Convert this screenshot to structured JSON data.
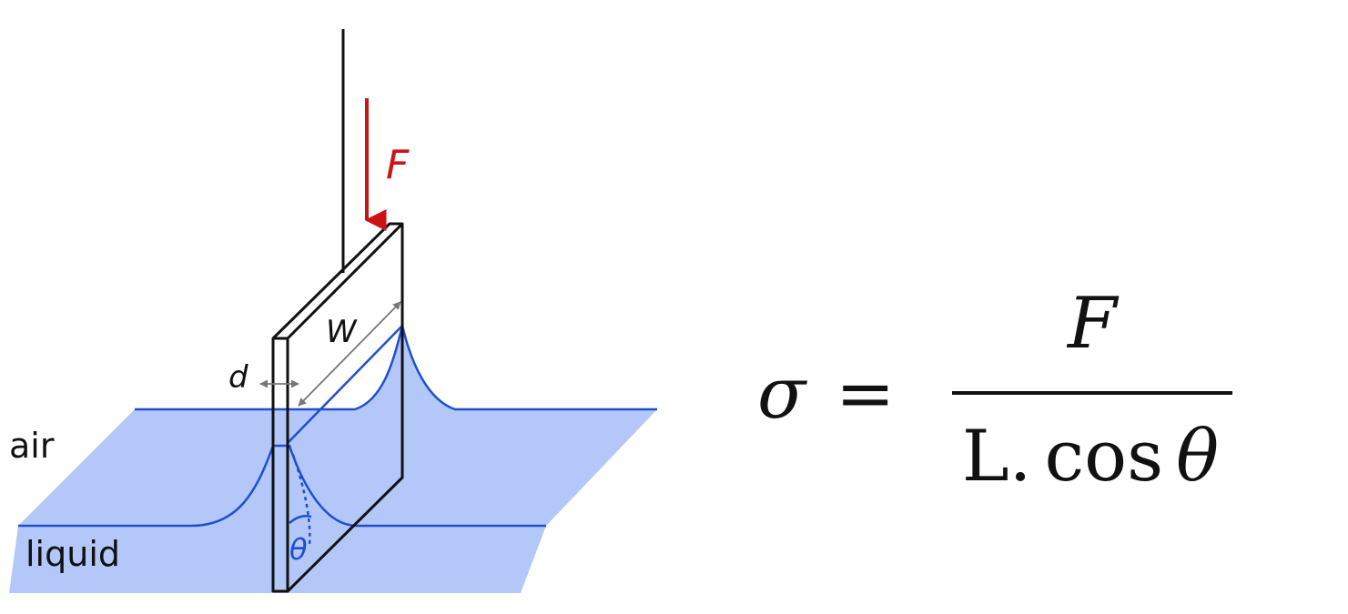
{
  "labels": {
    "force": "F",
    "width": "W",
    "thickness": "d",
    "air": "air",
    "liquid": "liquid",
    "angle": "θ"
  },
  "equation": {
    "lhs": "σ",
    "equals": "=",
    "numerator": "F",
    "denominator_prefix": "L.",
    "denominator_func": "cos",
    "denominator_var": "θ"
  },
  "colors": {
    "force_arrow": "#cc1414",
    "liquid_fill": "#b3c8f8",
    "liquid_line": "#1f4fcf",
    "plate_stroke": "#111111",
    "dimension_arrow": "#777777",
    "text": "#111111"
  },
  "icons": {
    "force_arrow": "arrow-down-icon",
    "dimension_arrows": "double-headed-arrow-icon"
  }
}
